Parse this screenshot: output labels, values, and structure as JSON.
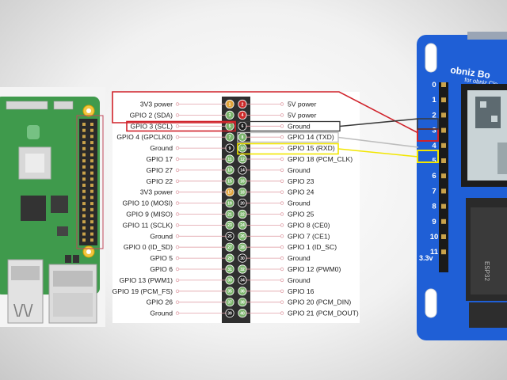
{
  "header": {
    "left_labels": [
      "3V3 power",
      "GPIO 2 (SDA)",
      "GPIO 3 (SCL)",
      "GPIO 4 (GPCLK0)",
      "Ground",
      "GPIO 17",
      "GPIO 27",
      "GPIO 22",
      "3V3 power",
      "GPIO 10 (MOSI)",
      "GPIO 9 (MISO)",
      "GPIO 11 (SCLK)",
      "Ground",
      "GPIO 0 (ID_SD)",
      "GPIO 5",
      "GPIO 6",
      "GPIO 13 (PWM1)",
      "GPIO 19 (PCM_FS)",
      "GPIO 26",
      "Ground"
    ],
    "right_labels": [
      "5V power",
      "5V power",
      "Ground",
      "GPIO 14 (TXD)",
      "GPIO 15 (RXD)",
      "GPIO 18 (PCM_CLK)",
      "Ground",
      "GPIO 23",
      "GPIO 24",
      "Ground",
      "GPIO 25",
      "GPIO 8 (CE0)",
      "GPIO 7 (CE1)",
      "GPIO 1 (ID_SC)",
      "Ground",
      "GPIO 12 (PWM0)",
      "Ground",
      "GPIO 16",
      "GPIO 20 (PCM_DIN)",
      "GPIO 21 (PCM_DOUT)"
    ],
    "pin_numbers_odd": [
      "1",
      "3",
      "5",
      "7",
      "9",
      "11",
      "13",
      "15",
      "17",
      "19",
      "21",
      "23",
      "25",
      "27",
      "29",
      "31",
      "33",
      "35",
      "37",
      "39"
    ],
    "pin_numbers_even": [
      "2",
      "4",
      "6",
      "8",
      "10",
      "12",
      "14",
      "16",
      "18",
      "20",
      "22",
      "24",
      "26",
      "28",
      "30",
      "32",
      "34",
      "36",
      "38",
      "40"
    ]
  },
  "obniz": {
    "title": "obniz Bo",
    "subtitle": "for obniz Clo",
    "io_numbers": [
      "0",
      "1",
      "2",
      "3",
      "4",
      "5",
      "6",
      "7",
      "8",
      "9",
      "10",
      "11"
    ],
    "voltage_label": "3.3v",
    "chip_text": "ESP32"
  },
  "colors": {
    "pi_board": "#3f9a4c",
    "header_block": "#2f2f2f",
    "obniz_board": "#1f5fd6",
    "red_highlight": "#d0222a",
    "white_highlight": "#bdbdbd",
    "yellow_highlight": "#f2e600",
    "ground_wire": "#3a3a3a"
  }
}
